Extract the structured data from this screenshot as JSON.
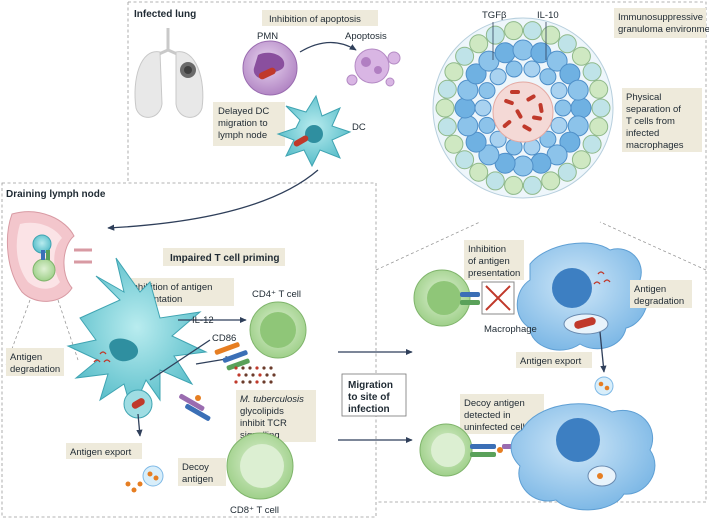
{
  "sections": {
    "infected_lung": "Infected lung",
    "draining_lymph_node": "Draining lymph node"
  },
  "lung": {
    "inhibition_of_apoptosis": "Inhibition of apoptosis",
    "pmn": "PMN",
    "apoptosis": "Apoptosis",
    "delayed_dc_migration": [
      "Delayed DC",
      "migration to",
      "lymph node"
    ],
    "dc": "DC"
  },
  "granuloma": {
    "tgfb": "TGFβ",
    "il10": "IL-10",
    "immunosuppressive": [
      "Immunosuppressive",
      "granuloma environment"
    ],
    "physical_separation": [
      "Physical",
      "separation of",
      "T cells from",
      "infected",
      "macrophages"
    ]
  },
  "lymph_node": {
    "impaired_priming": "Impaired T cell priming",
    "inhibition_antigen_presentation": [
      "Inhibition of antigen",
      "presentation"
    ],
    "cd4_t_cell": "CD4⁺ T cell",
    "il12": "IL-12",
    "cd86": "CD86",
    "antigen_degradation": [
      "Antigen",
      "degradation"
    ],
    "mtb_glycolipids": [
      "M. tuberculosis",
      "glycolipids",
      "inhibit TCR",
      "signalling"
    ],
    "antigen_export": "Antigen export",
    "decoy_antigen": [
      "Decoy",
      "antigen"
    ],
    "cd8_t_cell": "CD8⁺ T cell",
    "migration": [
      "Migration",
      "to site of",
      "infection"
    ]
  },
  "site": {
    "inhibition_antigen_presentation": [
      "Inhibition",
      "of antigen",
      "presentation"
    ],
    "macrophage": "Macrophage",
    "antigen_degradation": [
      "Antigen",
      "degradation"
    ],
    "antigen_export": "Antigen export",
    "decoy_detected": [
      "Decoy antigen",
      "detected in",
      "uninfected cell"
    ]
  },
  "colors": {
    "label_box": "#eeeadb",
    "dc_cyan": "#5cc3cf",
    "dc_light": "#9fdde3",
    "t_cell_green": "#9fd08a",
    "macrophage_blue": "#8cc3ea",
    "pmn_purple": "#b98ac9",
    "arrow": "#2f3f5a",
    "bacterium": "#c0392b"
  }
}
